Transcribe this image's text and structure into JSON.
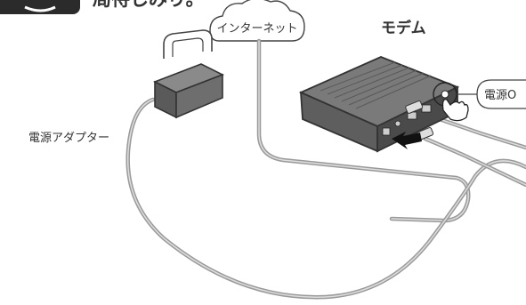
{
  "step": {
    "caption": "局待しみり。"
  },
  "labels": {
    "internet": "インターネット",
    "modem": "モデム",
    "power_adapter": "電源アダプター",
    "power_on": "電源O"
  },
  "colors": {
    "stroke": "#333333",
    "device_fill": "#6d6d6d",
    "device_dark": "#4a4a4a",
    "cable": "#9a9a9a",
    "background": "#ffffff"
  }
}
